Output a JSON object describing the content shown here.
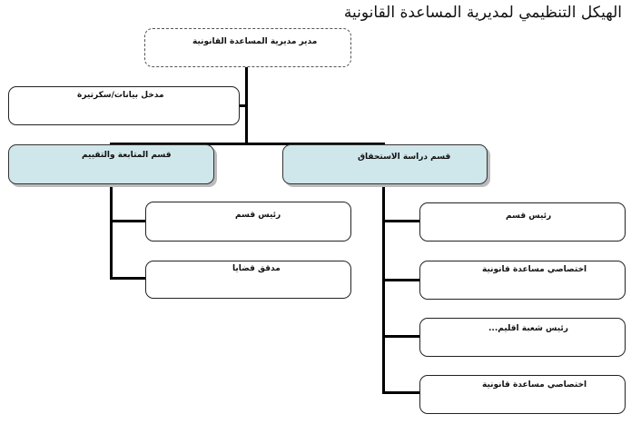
{
  "title": "الهيكل التنظيمي لمديرية المساعدة القانونية",
  "director": "مدير مديرية المساعدة القانونية",
  "secretary": "مدخل بيانات/سكرتيرة",
  "follow_up_dept": {
    "label": "قسم المتابعة والتقييم",
    "children": [
      "رئيس قسم",
      "مدقق قضايا"
    ]
  },
  "eligibility_dept": {
    "label": "قسم دراسة الاستحقاق",
    "children": [
      "رئيس قسم",
      "اختصاصي مساعدة قانونية",
      "رئيس شعبة اقليم...",
      "اختصاصي مساعدة قانونية"
    ]
  }
}
